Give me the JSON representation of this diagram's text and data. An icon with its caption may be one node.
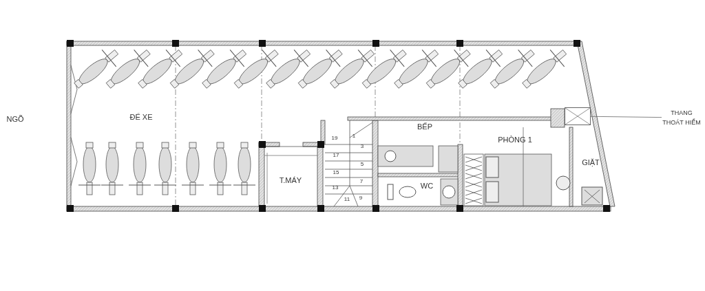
{
  "diagram": {
    "nodes": [
      {
        "text": [
          "ĐỂ XE"
        ]
      },
      {
        "text": [
          "T.MÁY"
        ]
      },
      {
        "text": [
          "BẾP"
        ]
      },
      {
        "text": [
          "WC"
        ]
      },
      {
        "text": [
          "PHÒNG 1"
        ]
      },
      {
        "text": [
          "GIẶT"
        ]
      },
      {
        "text": [],
        "shape": "box"
      },
      {
        "text": [
          "THANG THOÁT HIỂM"
        ]
      }
    ],
    "edges": [
      {
        "from": 7,
        "to": 6,
        "arrow": "none"
      }
    ],
    "labels": [
      "NGÕ",
      "19",
      "1",
      "3",
      "17",
      "5",
      "15",
      "7",
      "13",
      "11",
      "9"
    ]
  }
}
